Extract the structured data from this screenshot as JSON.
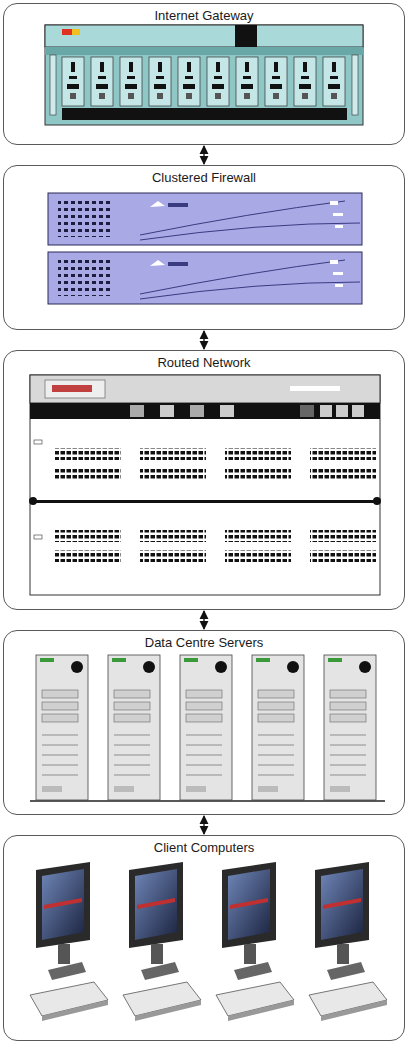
{
  "diagram": {
    "nodes": [
      {
        "text": [
          "Internet Gateway"
        ]
      },
      {
        "text": [
          "Clustered Firewall"
        ]
      },
      {
        "text": [
          "Routed Network"
        ]
      },
      {
        "text": [
          "Data Centre Servers"
        ]
      },
      {
        "text": [
          "Client Computers"
        ]
      }
    ],
    "edges": [
      {
        "from": 0,
        "to": 1,
        "arrow": "both"
      },
      {
        "from": 1,
        "to": 2,
        "arrow": "both"
      },
      {
        "from": 2,
        "to": 3,
        "arrow": "both"
      },
      {
        "from": 3,
        "to": 4,
        "arrow": "both"
      }
    ]
  }
}
